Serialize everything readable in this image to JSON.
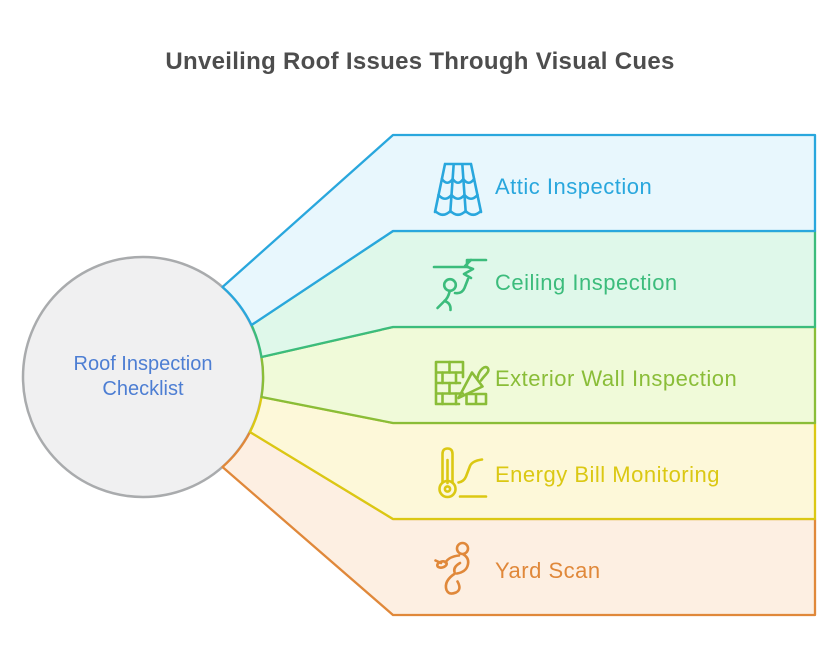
{
  "title": "Unveiling Roof Issues Through Visual Cues",
  "center": {
    "line1": "Roof Inspection",
    "line2": "Checklist"
  },
  "items": [
    {
      "label": "Attic Inspection",
      "icon": "roof-tiles-icon",
      "stroke": "#29a7dd",
      "fill": "#e8f7fd"
    },
    {
      "label": "Ceiling Inspection",
      "icon": "ceiling-crack-inspector-icon",
      "stroke": "#3cbc7c",
      "fill": "#dff8ea"
    },
    {
      "label": "Exterior Wall Inspection",
      "icon": "brick-wall-trowel-icon",
      "stroke": "#8abd38",
      "fill": "#f0fad9"
    },
    {
      "label": "Energy Bill Monitoring",
      "icon": "thermometer-graph-icon",
      "stroke": "#dbc813",
      "fill": "#fdf8d9"
    },
    {
      "label": "Yard Scan",
      "icon": "person-yard-scan-icon",
      "stroke": "#e0883a",
      "fill": "#fdefe2"
    }
  ],
  "colors": {
    "background": "#ffffff",
    "title_text": "#4d4d4d",
    "circle_fill": "#f0f0f1",
    "circle_stroke": "#a9abad",
    "center_text": "#4d7ed3"
  }
}
